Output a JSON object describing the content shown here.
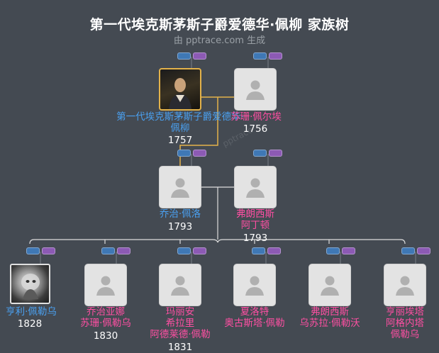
{
  "title": "第一代埃克斯茅斯子爵爱德华·佩柳 家族树",
  "subtitle": "由 pptrace.com 生成",
  "watermark": "pptrace",
  "generation1": [
    {
      "name": "第一代埃克斯茅斯子爵爱德华·\n佩柳",
      "year": "1757",
      "gender": "male"
    },
    {
      "name": "苏珊·佩尔埃",
      "year": "1756",
      "gender": "female"
    }
  ],
  "generation2": [
    {
      "name": "乔治·佩洛",
      "year": "1793",
      "gender": "male"
    },
    {
      "name": "弗朗西斯\n阿丁顿",
      "year": "1793",
      "gender": "female"
    }
  ],
  "generation3": [
    {
      "name": "亨利·佩勒乌",
      "year": "1828",
      "gender": "male"
    },
    {
      "name": "乔治亚娜\n苏珊·佩勒乌",
      "year": "1830",
      "gender": "female"
    },
    {
      "name": "玛丽安\n希拉里\n阿德莱德·佩勒",
      "year": "1831",
      "gender": "female"
    },
    {
      "name": "夏洛特\n奥古斯塔·佩勒",
      "year": "",
      "gender": "female"
    },
    {
      "name": "弗朗西斯\n乌苏拉·佩勒沃",
      "year": "",
      "gender": "female"
    },
    {
      "name": "亨丽埃塔\n阿格内塔\n佩勒乌",
      "year": "",
      "gender": "female"
    }
  ],
  "colors": {
    "background": "#444a52",
    "male": "#4aa0f0",
    "female": "#ff4fa3",
    "highlight_line": "#e3b24a",
    "line": "#dddddd"
  }
}
